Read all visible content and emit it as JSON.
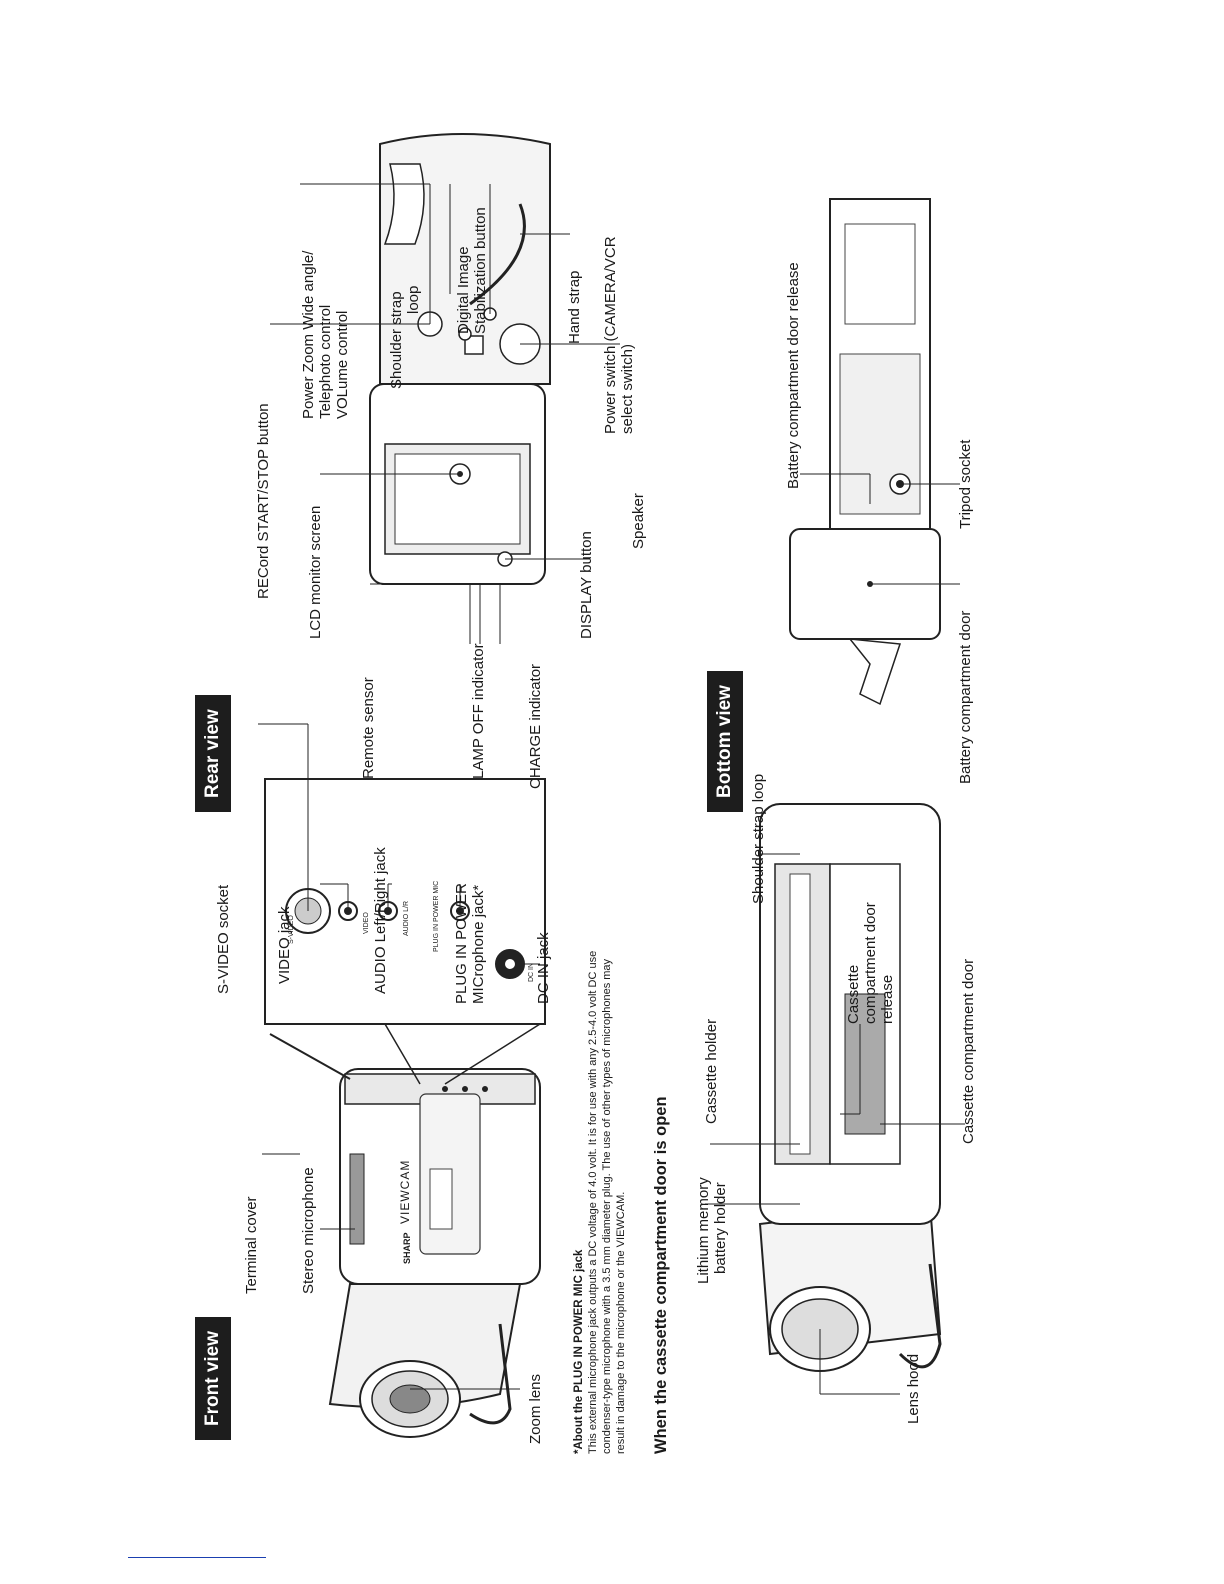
{
  "front_view": {
    "header": "Front view",
    "labels": {
      "terminal_cover": "Terminal cover",
      "stereo_microphone": "Stereo microphone",
      "zoom_lens": "Zoom lens",
      "s_video_socket": "S-VIDEO socket",
      "video_jack": "VIDEO jack",
      "audio_jack": "AUDIO Left/Right jack",
      "plug_in_power_1": "PLUG IN POWER",
      "plug_in_power_2": "MICrophone jack*",
      "dc_in_jack": "DC IN jack"
    },
    "panel_text": {
      "svideo": "S-VIDEO",
      "video": "VIDEO",
      "audio": "AUDIO L/R",
      "plug": "PLUG IN POWER MIC",
      "dcin": "DC IN"
    },
    "camera_text": {
      "brand": "SHARP",
      "model": "VIEWCAM"
    }
  },
  "note": {
    "title": "*About the PLUG IN POWER MIC jack",
    "lines": [
      "This external microphone jack outputs a DC voltage of 4.0 volt. It is for use with any 2.5-4.0 volt DC use",
      "condenser-type microphone with a 3.5 mm diameter plug. The use of other types of microphones may",
      "result in damage to the microphone or the VIEWCAM."
    ]
  },
  "cassette_view": {
    "heading": "When the cassette compartment door is open",
    "labels": {
      "lithium_1": "Lithium memory",
      "lithium_2": "battery holder",
      "lens_hood": "Lens hood",
      "cassette_holder": "Cassette holder",
      "shoulder_strap_loop": "Shoulder strap loop",
      "release_1": "Cassette",
      "release_2": "compartment door",
      "release_3": "release",
      "door": "Cassette compartment door"
    }
  },
  "rear_view": {
    "header": "Rear view",
    "labels": {
      "remote_sensor": "Remote sensor",
      "lcd_monitor": "LCD monitor screen",
      "record_button": "RECord START/STOP button",
      "lamp_off": "LAMP OFF indicator",
      "charge": "CHARGE indicator",
      "display": "DISPLAY button",
      "speaker": "Speaker",
      "power_zoom_1": "Power Zoom Wide angle/",
      "power_zoom_2": "Telephoto control",
      "power_zoom_3": "VOLume control",
      "shoulder_1": "Shoulder strap",
      "shoulder_2": "loop",
      "dis_1": "Digital Image",
      "dis_2": "Stabilization button",
      "hand_strap": "Hand strap",
      "power_switch_1": "Power switch (CAMERA/VCR",
      "power_switch_2": "select switch)"
    }
  },
  "bottom_view": {
    "header": "Bottom view",
    "labels": {
      "battery_door": "Battery compartment door",
      "battery_release": "Battery compartment door release",
      "tripod": "Tripod socket"
    }
  }
}
